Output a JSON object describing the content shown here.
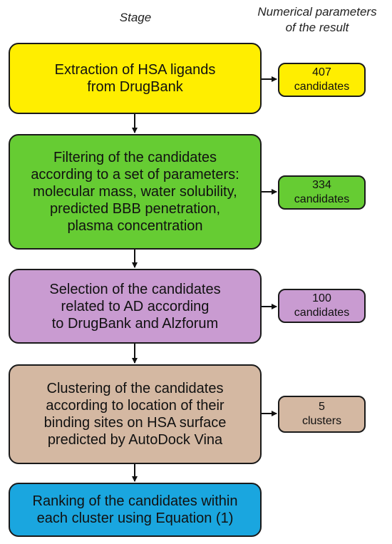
{
  "headers": {
    "stage": "Stage",
    "params": "Numerical parameters\nof the result"
  },
  "stages": [
    {
      "text": "Extraction of HSA ligands\nfrom DrugBank",
      "color": "#ffee00",
      "result": "407\ncandidates"
    },
    {
      "text": "Filtering of the candidates\naccording to a set of parameters:\nmolecular mass, water solubility,\npredicted BBB penetration,\nplasma concentration",
      "color": "#66cc33",
      "result": "334\ncandidates"
    },
    {
      "text": "Selection of the candidates\nrelated to AD according\nto DrugBank and Alzforum",
      "color": "#c99bd1",
      "result": "100\ncandidates"
    },
    {
      "text": "Clustering of the candidates\naccording to location of their\nbinding sites on HSA surface\npredicted by AutoDock Vina",
      "color": "#d4b8a2",
      "result": "5\nclusters"
    },
    {
      "text": "Ranking of the candidates within\neach cluster using Equation (1)",
      "color": "#1aa6df"
    }
  ]
}
